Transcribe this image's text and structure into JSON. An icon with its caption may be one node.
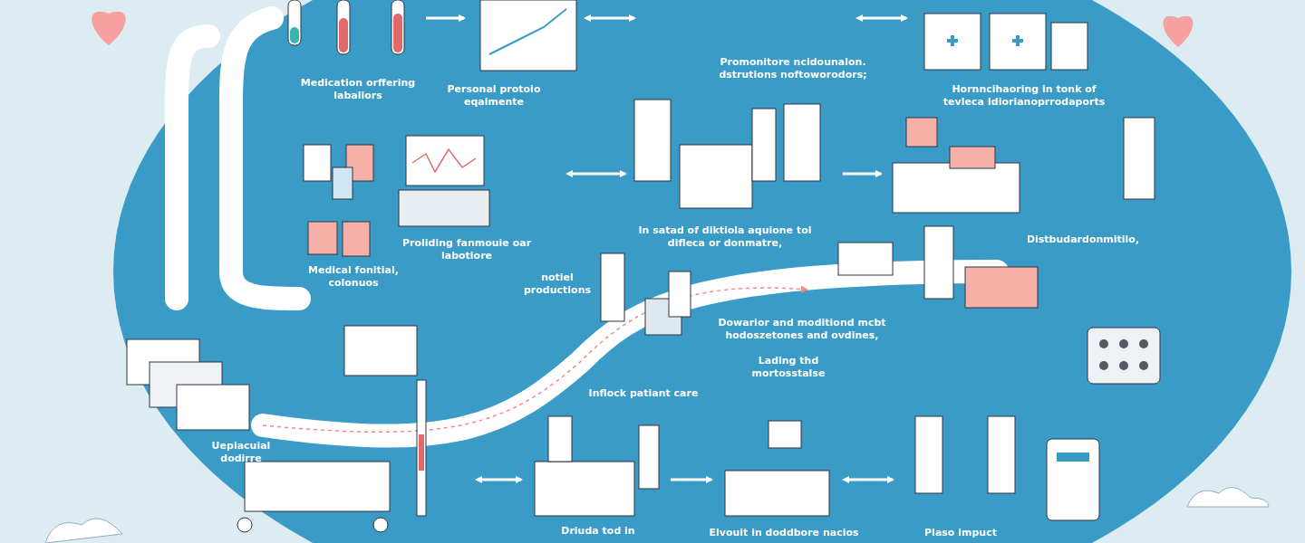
{
  "diagram": {
    "labels": [
      "Medication orffering labaliors",
      "Personal protoio eqaimente",
      "Promonitore ncidounalon. dstrutions noftoworodors;",
      "Hornncihaoring in tonk of tevleca Idiorianoprrodaports",
      "Proliding fanmouie oar labotiore",
      "In satad of diktiola aquione tol difleca or donmatre,",
      "Distbudardonmitilo,",
      "Medical fonitial, colonuos",
      "notiel productions",
      "Dowarior and moditiond mcbt hodoszetones and ovdines,",
      "Lading thd mortosstalse",
      "Inflock patiant care",
      "Uepiacuial dodirre",
      "Driuda tod in",
      "Elvouit in doddbore nacios",
      "Plaso impuct"
    ]
  }
}
